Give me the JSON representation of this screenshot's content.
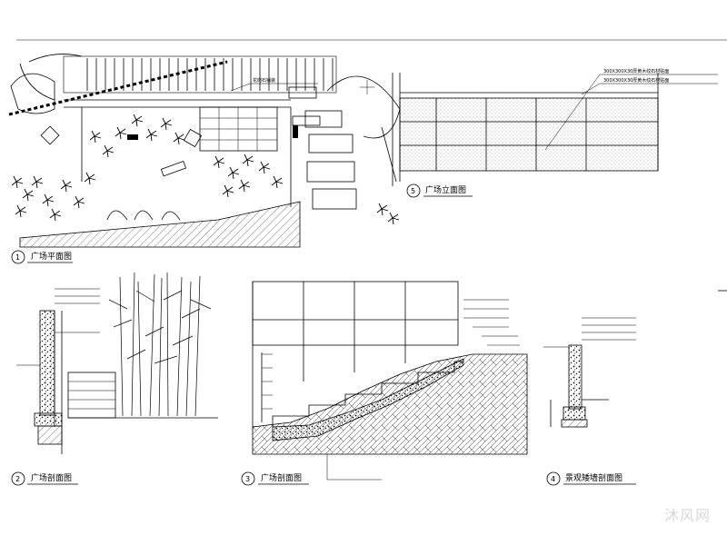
{
  "drawings": [
    {
      "number": "1",
      "title": "广场平面图",
      "scale": ""
    },
    {
      "number": "2",
      "title": "广场剖面图",
      "scale": ""
    },
    {
      "number": "3",
      "title": "广场剖面图",
      "scale": ""
    },
    {
      "number": "4",
      "title": "景观矮墙剖面图",
      "scale": ""
    },
    {
      "number": "5",
      "title": "广场立面图",
      "scale": ""
    }
  ],
  "labels": {
    "elev5_note_a": "300X300X30厚黄木纹石材贴面",
    "elev5_note_b": "300X300X30厚黄木纹石材贴面",
    "plan_note": "花岗石铺装"
  },
  "watermark": "沐风网"
}
